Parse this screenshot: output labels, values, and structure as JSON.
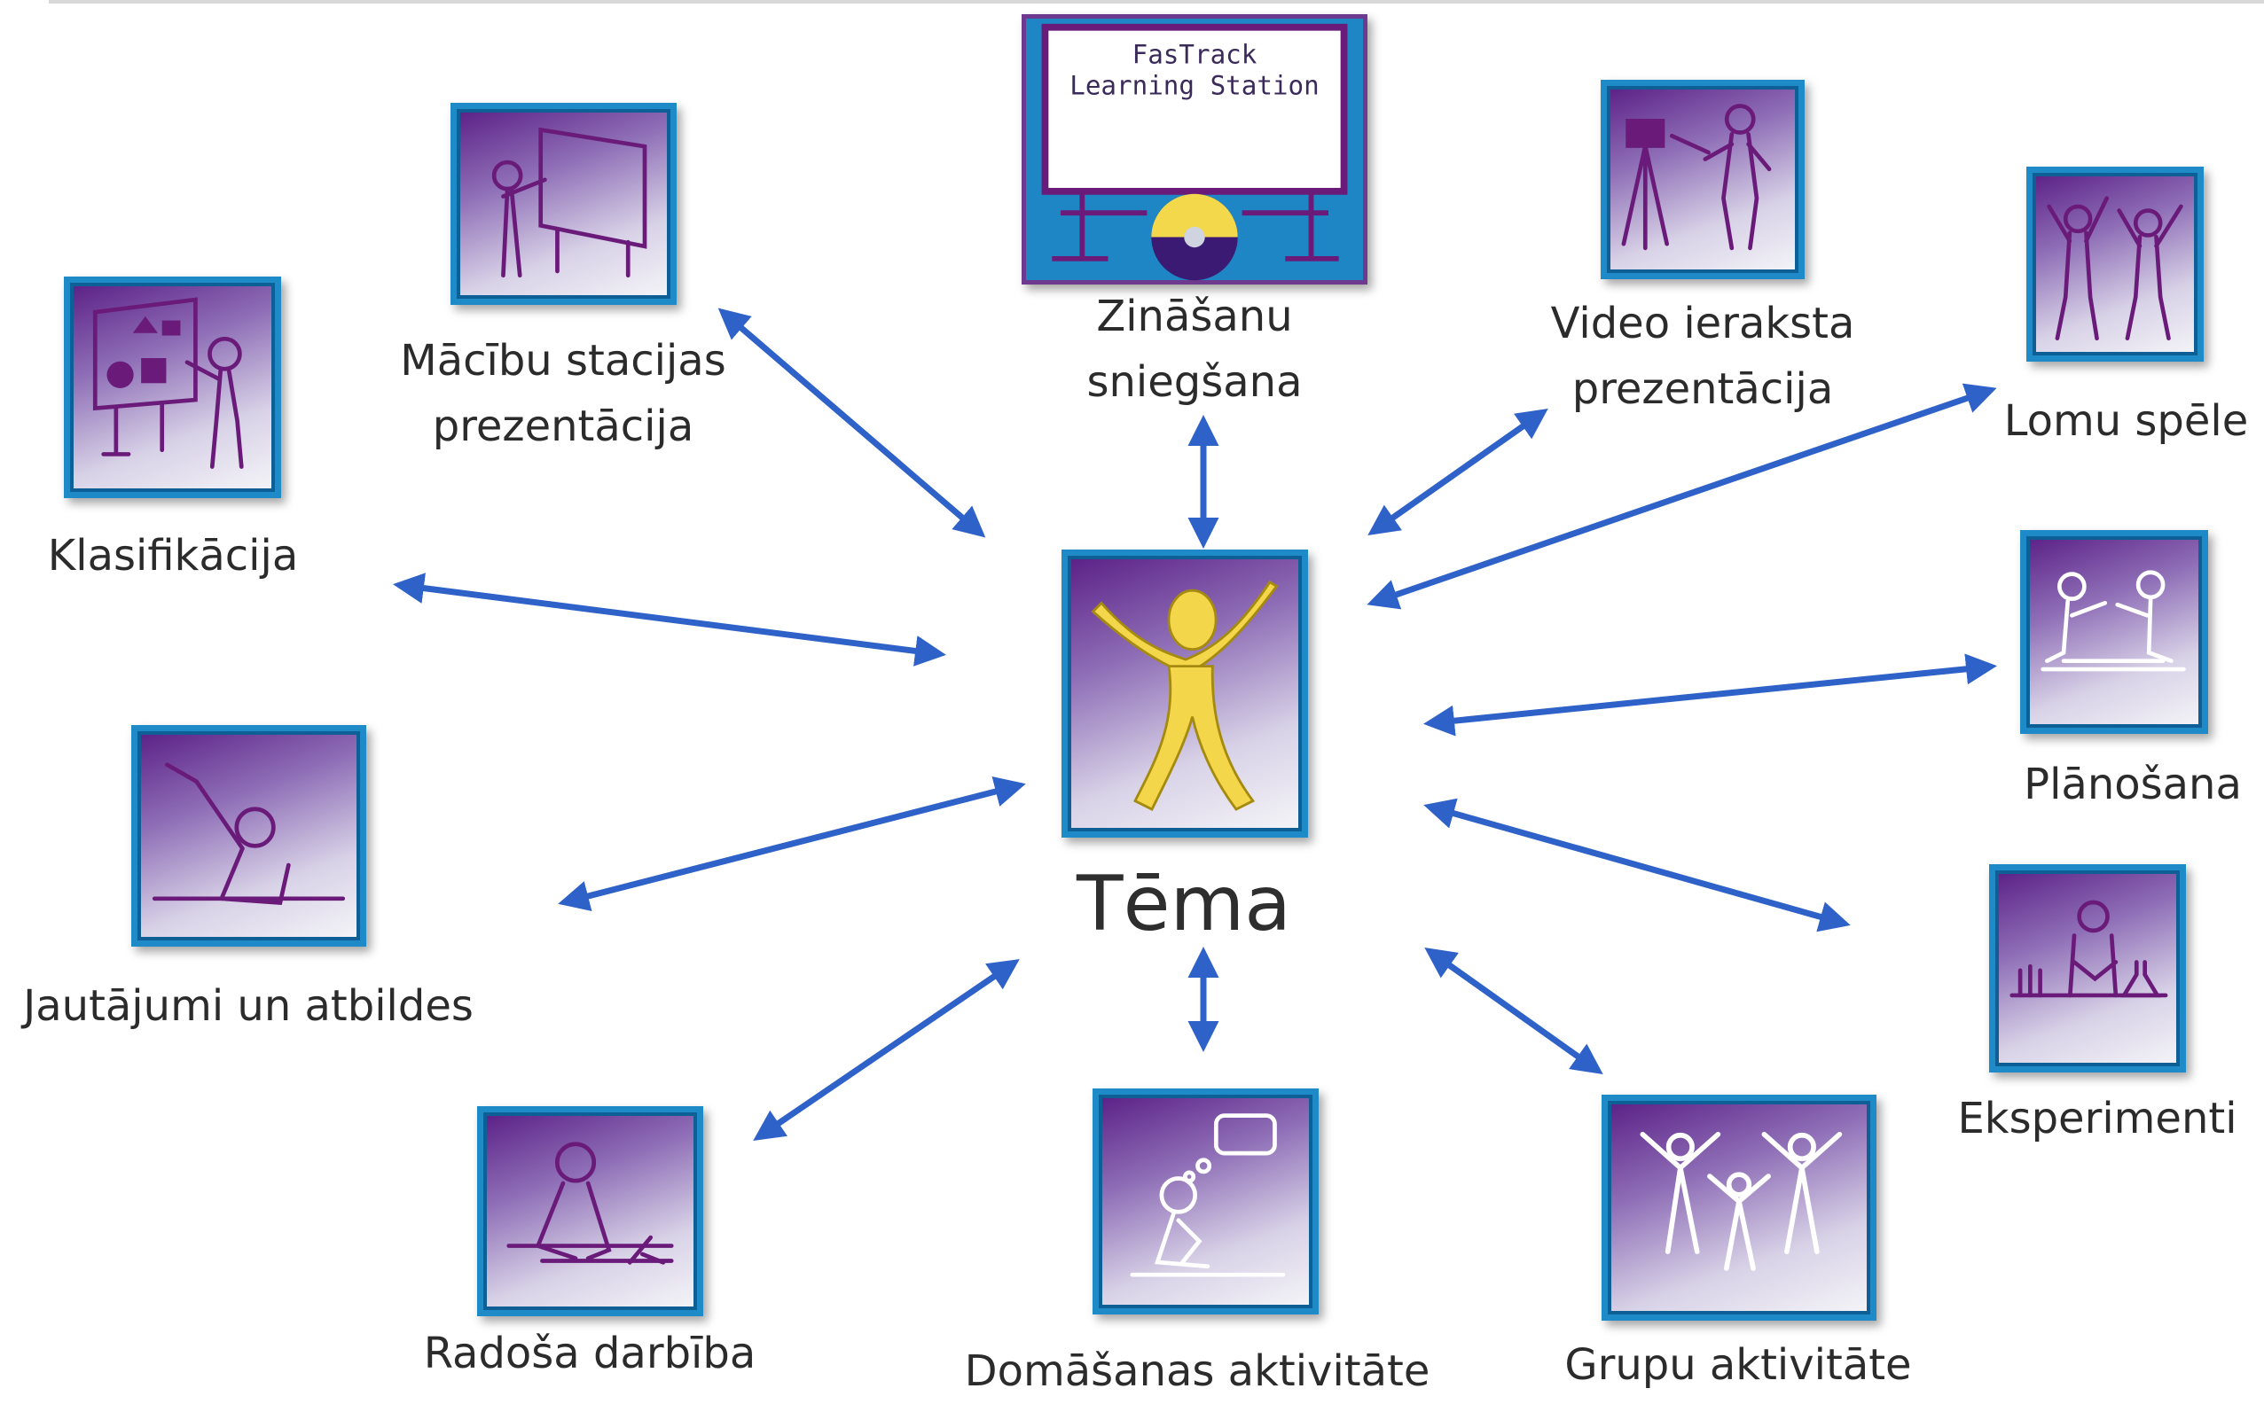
{
  "center": {
    "label": "Tēma",
    "icon": "person-arms-raised-icon"
  },
  "nodes": [
    {
      "id": "knowledge",
      "label_lines": [
        "Zināšanu",
        "sniegšana"
      ],
      "icon": "fastrack-learning-station-screen-icon",
      "screen_text": [
        "FasTrack",
        "Learning Station"
      ]
    },
    {
      "id": "video",
      "label_lines": [
        "Video ieraksta",
        "prezentācija"
      ],
      "icon": "video-camera-presenter-icon"
    },
    {
      "id": "roleplay",
      "label_lines": [
        "Lomu spēle"
      ],
      "icon": "two-people-role-play-icon"
    },
    {
      "id": "planning",
      "label_lines": [
        "Plānošana"
      ],
      "icon": "people-planning-at-table-icon"
    },
    {
      "id": "experiments",
      "label_lines": [
        "Eksperimenti"
      ],
      "icon": "person-with-lab-flasks-icon"
    },
    {
      "id": "group",
      "label_lines": [
        "Grupu aktivitāte"
      ],
      "icon": "group-of-people-icon"
    },
    {
      "id": "thinking",
      "label_lines": [
        "Domāšanas aktivitāte"
      ],
      "icon": "person-thinking-bubble-icon"
    },
    {
      "id": "creative",
      "label_lines": [
        "Radoša darbība"
      ],
      "icon": "person-writing-at-desk-icon"
    },
    {
      "id": "qa",
      "label_lines": [
        "Jautājumi un atbildes"
      ],
      "icon": "person-raising-hand-icon"
    },
    {
      "id": "classification",
      "label_lines": [
        "Klasifikācija"
      ],
      "icon": "shapes-board-classification-icon"
    },
    {
      "id": "station",
      "label_lines": [
        "Mācību stacijas",
        "prezentācija"
      ],
      "icon": "person-at-whiteboard-icon"
    }
  ],
  "colors": {
    "arrow": "#2f62c8",
    "tile_border": "#1f8ac8",
    "figure_purple": "#6a1b7a",
    "center_figure": "#f3d64a"
  }
}
